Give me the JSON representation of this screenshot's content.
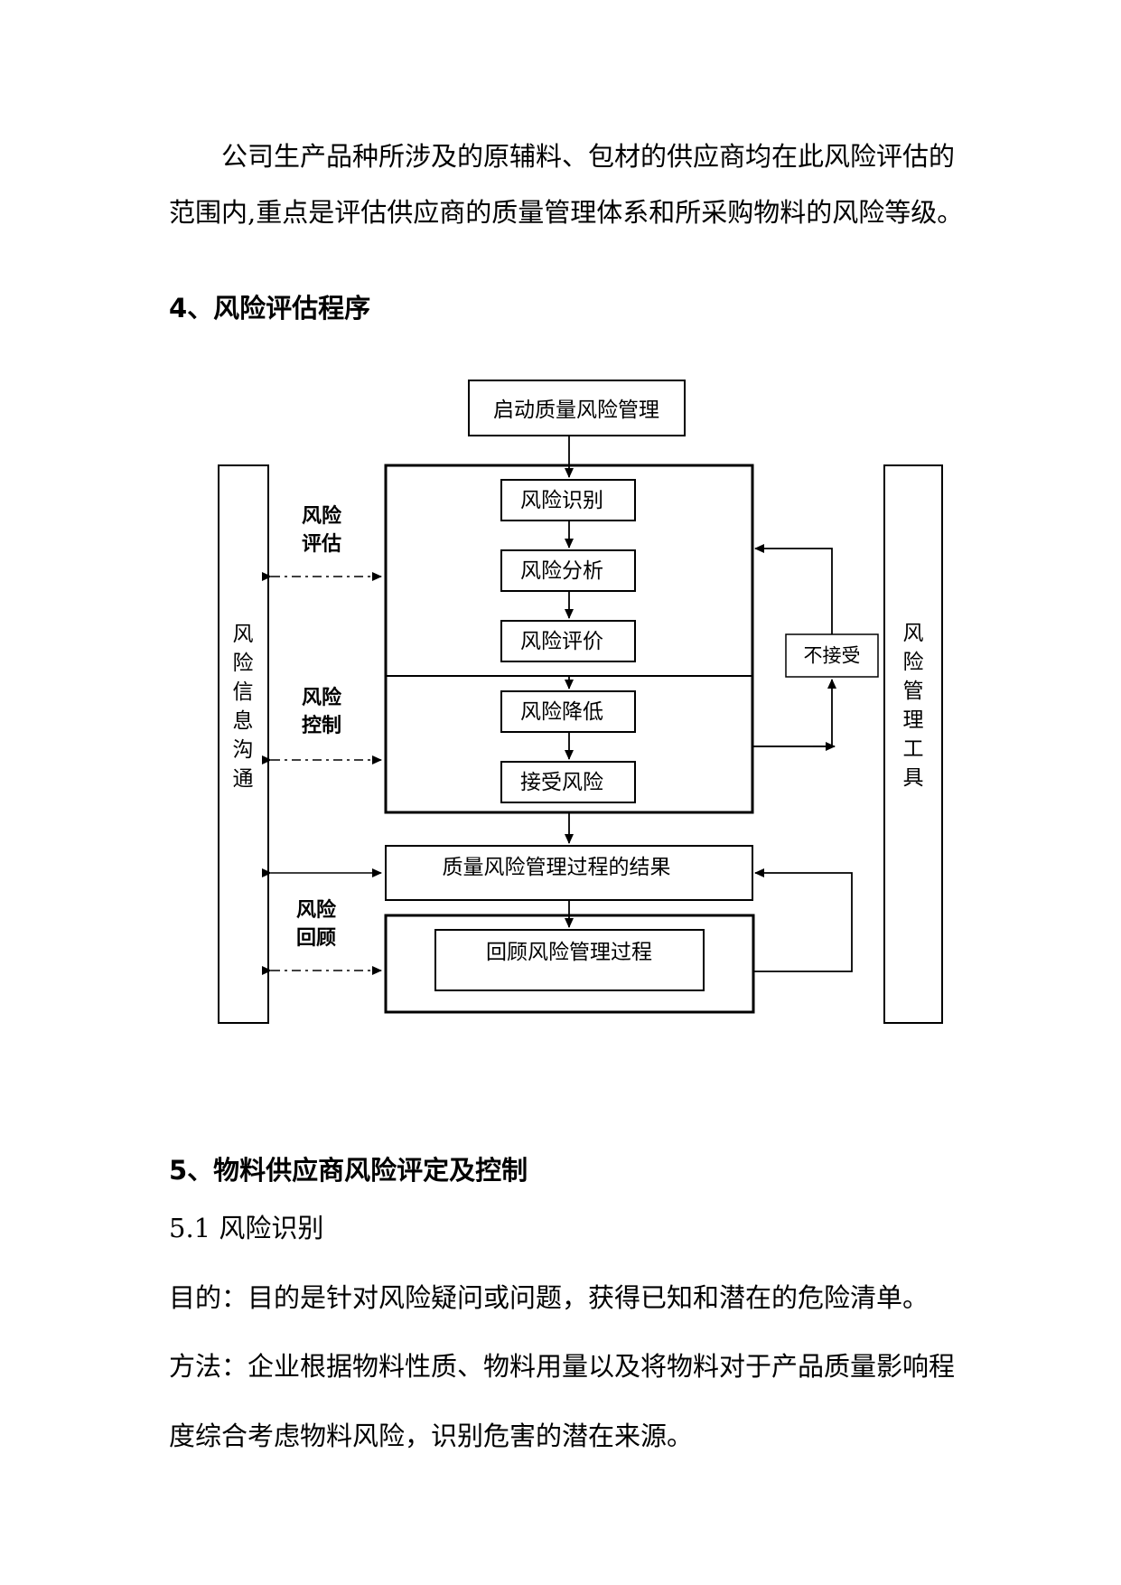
{
  "intro": {
    "line1": "公司生产品种所涉及的原辅料、包材的供应商均在此风险评估的",
    "line2": "范围内,重点是评估供应商的质量管理体系和所采购物料的风险等级。"
  },
  "section4": {
    "heading": "4、风险评估程序"
  },
  "flowchart": {
    "start": "启动质量风险管理",
    "identify": "风险识别",
    "analyze": "风险分析",
    "evaluate": "风险评价",
    "reduce": "风险降低",
    "accept": "接受风险",
    "not_accept": "不接受",
    "result": "质量风险管理过程的结果",
    "review": "回顾风险管理过程",
    "left_column": [
      "风",
      "险",
      "信",
      "息",
      "沟",
      "通"
    ],
    "right_column": [
      "风",
      "险",
      "管",
      "理",
      "工",
      "具"
    ],
    "label_assess": [
      "风险",
      "评估"
    ],
    "label_control": [
      "风险",
      "控制"
    ],
    "label_review": [
      "风险",
      "回顾"
    ]
  },
  "section5": {
    "heading": "5、物料供应商风险评定及控制",
    "sub1": "5.1 风险识别",
    "purpose": "目的：目的是针对风险疑问或问题，获得已知和潜在的危险清单。",
    "method_line1": "方法：企业根据物料性质、物料用量以及将物料对于产品质量影响程",
    "method_line2": "度综合考虑物料风险，识别危害的潜在来源。"
  }
}
